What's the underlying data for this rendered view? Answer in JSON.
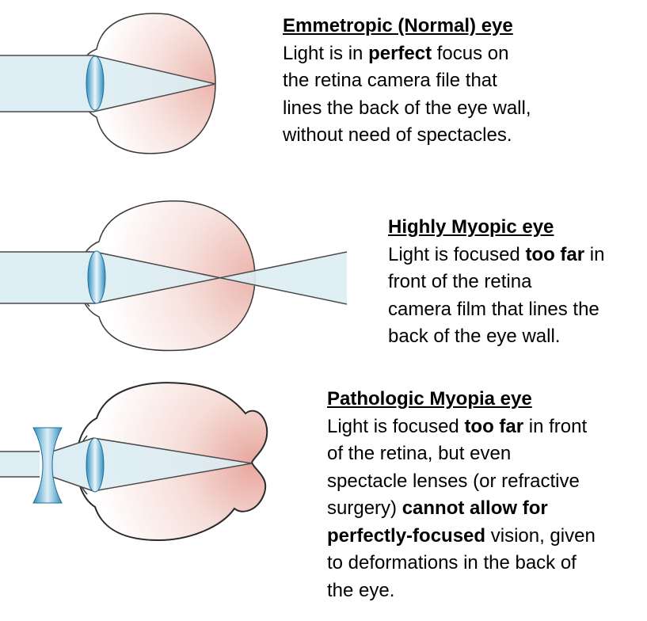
{
  "colors": {
    "beam": "#dcedf3",
    "beam_edge": "#4a4a4a",
    "lens_blue": "#2f8fc0",
    "retina_pink": "#ebb4ac",
    "outline": "#3a3a3a"
  },
  "panels": [
    {
      "title": "Emmetropic (Normal) eye",
      "lines": [
        [
          {
            "t": "Light is in "
          },
          {
            "t": "perfect",
            "b": true
          },
          {
            "t": " focus on"
          }
        ],
        [
          {
            "t": "the retina camera file that"
          }
        ],
        [
          {
            "t": "lines the back of the eye wall,"
          }
        ],
        [
          {
            "t": "without need of spectacles."
          }
        ]
      ]
    },
    {
      "title": "Highly Myopic eye",
      "lines": [
        [
          {
            "t": "Light is focused "
          },
          {
            "t": "too far",
            "b": true
          },
          {
            "t": " in"
          }
        ],
        [
          {
            "t": "front of the retina"
          }
        ],
        [
          {
            "t": "camera film that lines the"
          }
        ],
        [
          {
            "t": "back of the eye wall."
          }
        ]
      ]
    },
    {
      "title": "Pathologic Myopia eye",
      "lines": [
        [
          {
            "t": "Light is focused "
          },
          {
            "t": "too far",
            "b": true
          },
          {
            "t": " in front"
          }
        ],
        [
          {
            "t": "of the retina, but even"
          }
        ],
        [
          {
            "t": "spectacle lenses (or refractive"
          }
        ],
        [
          {
            "t": "surgery) "
          },
          {
            "t": "cannot allow for",
            "b": true
          }
        ],
        [
          {
            "t": "perfectly-focused",
            "b": true
          },
          {
            "t": " vision, given"
          }
        ],
        [
          {
            "t": "to deformations in the back of"
          }
        ],
        [
          {
            "t": "the eye."
          }
        ]
      ]
    }
  ]
}
